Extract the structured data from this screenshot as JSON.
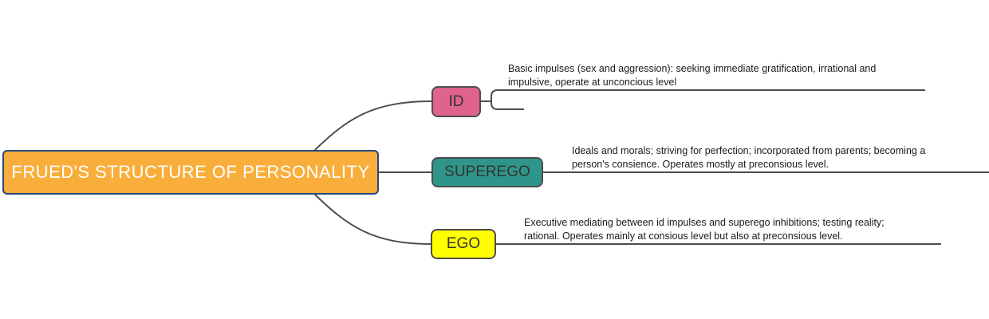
{
  "diagram": {
    "type": "mindmap",
    "root": {
      "label": "FRUED'S STRUCTURE OF PERSONALITY",
      "fill": "#f9ae3c",
      "border": "#27477e",
      "text_color": "#ffffff"
    },
    "branches": [
      {
        "label": "ID",
        "fill": "#e0638b",
        "description": "Basic impulses (sex and aggression): seeking immediate gratification, irrational and\nimpulsive, operate at unconcious level"
      },
      {
        "label": "SUPEREGO",
        "fill": "#2f958a",
        "description": "Ideals and morals; striving for perfection; incorporated from parents; becoming a\nperson's consience. Operates mostly at preconsious level."
      },
      {
        "label": "EGO",
        "fill": "#ffff00",
        "description": "Executive mediating between id impulses and superego inhibitions; testing reality;\nrational. Operates mainly at consious level but also at preconsious level."
      }
    ],
    "line_color": "#4d4d4d"
  }
}
